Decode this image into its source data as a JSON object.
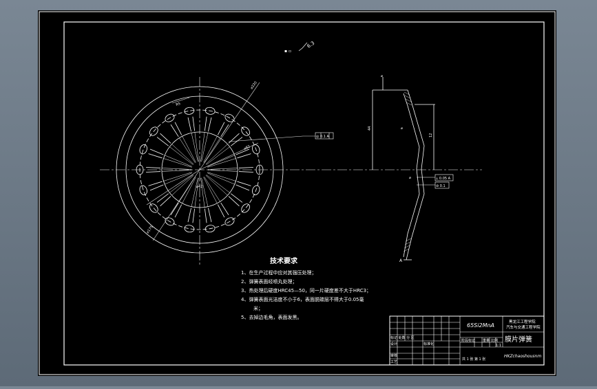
{
  "drawing": {
    "viewport_bg": "#000000",
    "line_color": "#ffffff",
    "dim_color": "#e9e9e9",
    "centerline_color": "#ffffff"
  },
  "notes": {
    "title": "技术要求",
    "items": [
      "1、在生产过程中应对其强压处理；",
      "2、弹簧表面经喷丸处理；",
      "3、热处理后硬度HRC45—50，同一片硬度差不大于HRC3；",
      "4、弹簧表面光洁度不小于6，表面脱碳层不得大于0.05毫",
      "米；",
      "5、去掉边毛角，表面发黑。"
    ]
  },
  "roughness_mark": "6.3",
  "tolerance_frame_left": "◎ 0.1 A",
  "tolerance_frames_right": [
    "⟂ 0.05 A",
    "⊘ 0.1"
  ],
  "datum_label": "A",
  "title_block": {
    "material": "65Si2MnA",
    "school_line1": "黑龙江工程学院",
    "school_line2": "汽车与交通工程学院",
    "part_name": "膜片弹簧",
    "col_marks": "标记 处数 分 区",
    "col_stage": "阶段标记",
    "col_weight": "重量",
    "col_scale": "比例",
    "scale_value": "1:1",
    "designer_label": "设计",
    "std_label": "标准化",
    "review_label": "审核",
    "process_label": "工艺",
    "sheet_info": "共 1 张 第 1 张",
    "drawing_no": "HKZchaoshousnm"
  }
}
